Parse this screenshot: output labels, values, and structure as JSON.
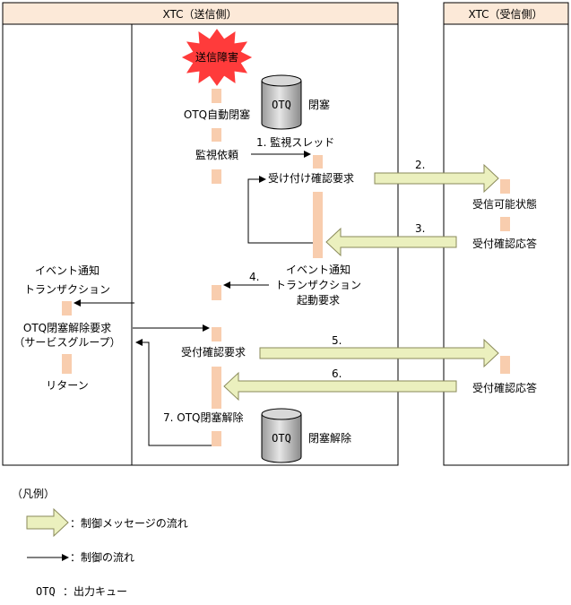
{
  "sender": {
    "title": "XTC（送信側）"
  },
  "receiver": {
    "title": "XTC（受信側）"
  },
  "burst": {
    "label": "送信障害"
  },
  "sender_labels": {
    "otq_auto_block": "OTQ自動閉塞",
    "monitor_request": "監視依頼",
    "step1": "1. 監視スレッド",
    "accept_confirm_request": "受け付け確認要求",
    "event_notify": [
      "イベント通知",
      "トランザクション",
      "起動要求"
    ],
    "step4": "4.",
    "receipt_confirm_request": "受付確認要求",
    "step7": "7. OTQ閉塞解除"
  },
  "left_labels": {
    "event_tx": [
      "イベント通知",
      "トランザクション"
    ],
    "unblock_request": [
      "OTQ閉塞解除要求",
      "（サービスグループ）"
    ],
    "return": "リターン"
  },
  "queues": {
    "otq_top": {
      "name": "OTQ",
      "status": "閉塞"
    },
    "otq_bottom": {
      "name": "OTQ",
      "status": "閉塞解除"
    }
  },
  "receiver_labels": {
    "ready_state": "受信可能状態",
    "receipt_reply_1": "受付確認応答",
    "receipt_reply_2": "受付確認応答"
  },
  "steps": {
    "s2": "2.",
    "s3": "3.",
    "s5": "5.",
    "s6": "6."
  },
  "legend": {
    "title": "（凡例）",
    "control_message_flow": "：制御メッセージの流れ",
    "control_flow": "：制御の流れ",
    "otq_key": "OTQ",
    "otq_desc": "：出力キュー"
  },
  "colors": {
    "header_bg": "#FCE9D8",
    "activation": "#F8CDAE",
    "msg_arrow_fill": "#EBF0BE",
    "burst": "#FF3B3B",
    "drum": "#C8C8C8"
  }
}
